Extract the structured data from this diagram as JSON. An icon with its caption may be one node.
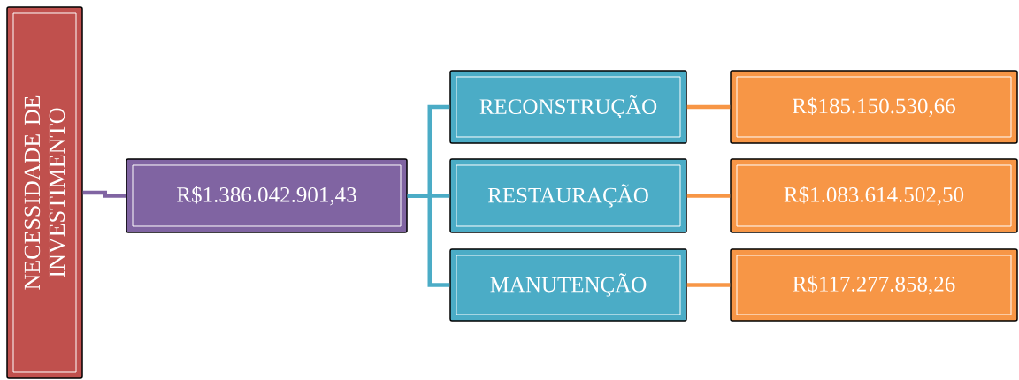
{
  "diagram": {
    "nodes": [
      {
        "text": [
          "NECESSIDADE DE INVESTIMENTO"
        ]
      },
      {
        "text": [
          "R$1.386.042.901,43"
        ]
      },
      {
        "text": [
          "RECONSTRUÇÃO"
        ]
      },
      {
        "text": [
          "RESTAURAÇÃO"
        ]
      },
      {
        "text": [
          "MANUTENÇÃO"
        ]
      },
      {
        "text": [
          "R$185.150.530,66"
        ]
      },
      {
        "text": [
          "R$1.083.614.502,50"
        ]
      },
      {
        "text": [
          "R$117.277.858,26"
        ]
      }
    ],
    "edges": [
      {
        "from": 0,
        "to": 1,
        "arrow": "none",
        "color": "#8064a2"
      },
      {
        "from": 1,
        "to": 2,
        "arrow": "none",
        "color": "#4bacc6"
      },
      {
        "from": 1,
        "to": 3,
        "arrow": "none",
        "color": "#4bacc6"
      },
      {
        "from": 1,
        "to": 4,
        "arrow": "none",
        "color": "#4bacc6"
      },
      {
        "from": 2,
        "to": 5,
        "arrow": "none",
        "color": "#f79646"
      },
      {
        "from": 3,
        "to": 6,
        "arrow": "none",
        "color": "#f79646"
      },
      {
        "from": 4,
        "to": 7,
        "arrow": "none",
        "color": "#f79646"
      }
    ]
  }
}
